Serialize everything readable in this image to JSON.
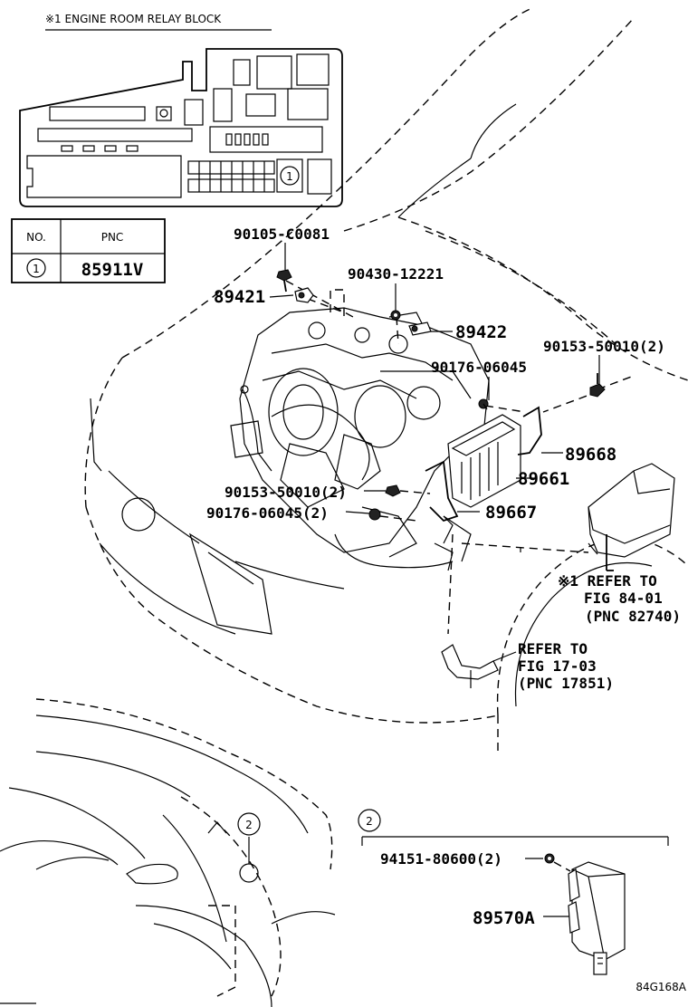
{
  "relay_block": {
    "title": "※1  ENGINE ROOM RELAY BLOCK",
    "callout": "1"
  },
  "pnc_table": {
    "header_no": "NO.",
    "header_pnc": "PNC",
    "row_no": "1",
    "row_pnc": "85911V"
  },
  "parts": {
    "p90105": "90105-C0081",
    "p89421": "89421",
    "p90430": "90430-12221",
    "p89422": "89422",
    "p90153_top": "90153-50010(2)",
    "p90176_top": "90176-06045",
    "p89668": "89668",
    "p89661": "89661",
    "p89667": "89667",
    "p90153_mid": "90153-50010(2)",
    "p90176_mid": "90176-06045(2)",
    "p94151": "94151-80600(2)",
    "p89570A": "89570A"
  },
  "refs": {
    "ref1_line1": "※1 REFER TO",
    "ref1_line2": "FIG 84-01",
    "ref1_line3": "(PNC 82740)",
    "ref2_line1": "REFER TO",
    "ref2_line2": "FIG 17-03",
    "ref2_line3": "(PNC 17851)"
  },
  "callouts": {
    "rear_callout": "2",
    "inset_callout": "2"
  },
  "diagram_code": "84G168A"
}
